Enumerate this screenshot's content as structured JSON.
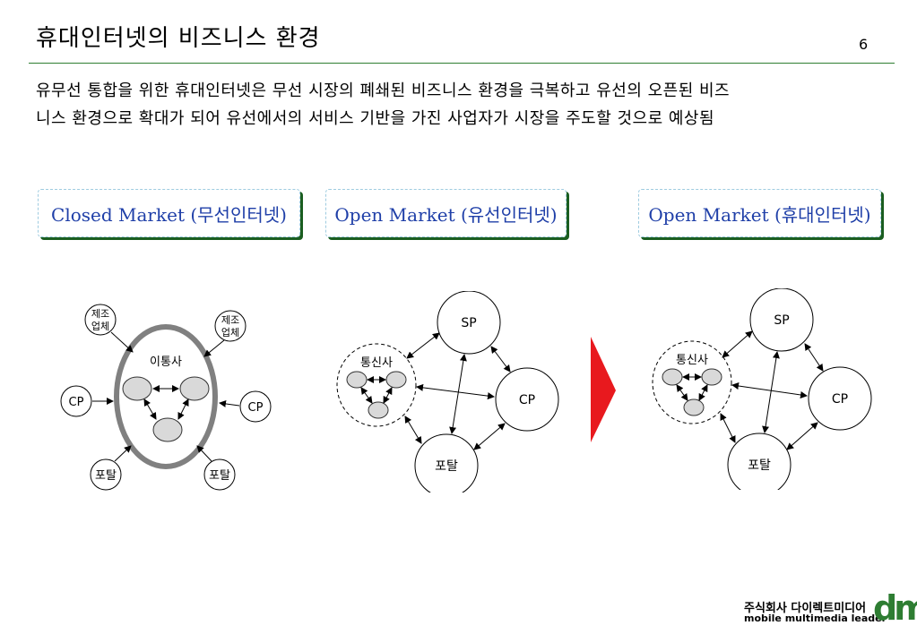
{
  "header": {
    "title": "휴대인터넷의 비즈니스 환경",
    "page_number": "6"
  },
  "body": {
    "line1": "유무선 통합을 위한 휴대인터넷은 무선 시장의 폐쇄된 비즈니스 환경을 극복하고 유선의 오픈된 비즈",
    "line2": "니스 환경으로 확대가 되어 유선에서의 서비스 기반을 가진 사업자가 시장을 주도할 것으로 예상됨"
  },
  "markets": {
    "closed": "Closed Market (무선인터넷)",
    "open_wired": "Open Market (유선인터넷)",
    "open_portable": "Open Market (휴대인터넷)"
  },
  "diagram_closed": {
    "center_label": "이통사",
    "manufacturer_left_line1": "제조",
    "manufacturer_left_line2": "업체",
    "manufacturer_right_line1": "제조",
    "manufacturer_right_line2": "업체",
    "cp_left": "CP",
    "cp_right": "CP",
    "portal_left": "포탈",
    "portal_right": "포탈"
  },
  "diagram_wired": {
    "telco_label": "통신사",
    "sp": "SP",
    "cp": "CP",
    "portal": "포탈"
  },
  "diagram_portable": {
    "telco_label": "통신사",
    "sp": "SP",
    "cp": "CP",
    "portal": "포탈"
  },
  "colors": {
    "accent_green": "#2e7d32",
    "market_text": "#1f3fa8",
    "arrow_red": "#e8191e",
    "node_gray": "#d9d9d9",
    "ring_gray": "#808080"
  },
  "icons": {
    "transition": "red-chevron-arrow"
  },
  "footer": {
    "company": "주식회사 다이렉트미디어",
    "tagline": "mobile multimedia leader",
    "logo": "dm"
  }
}
